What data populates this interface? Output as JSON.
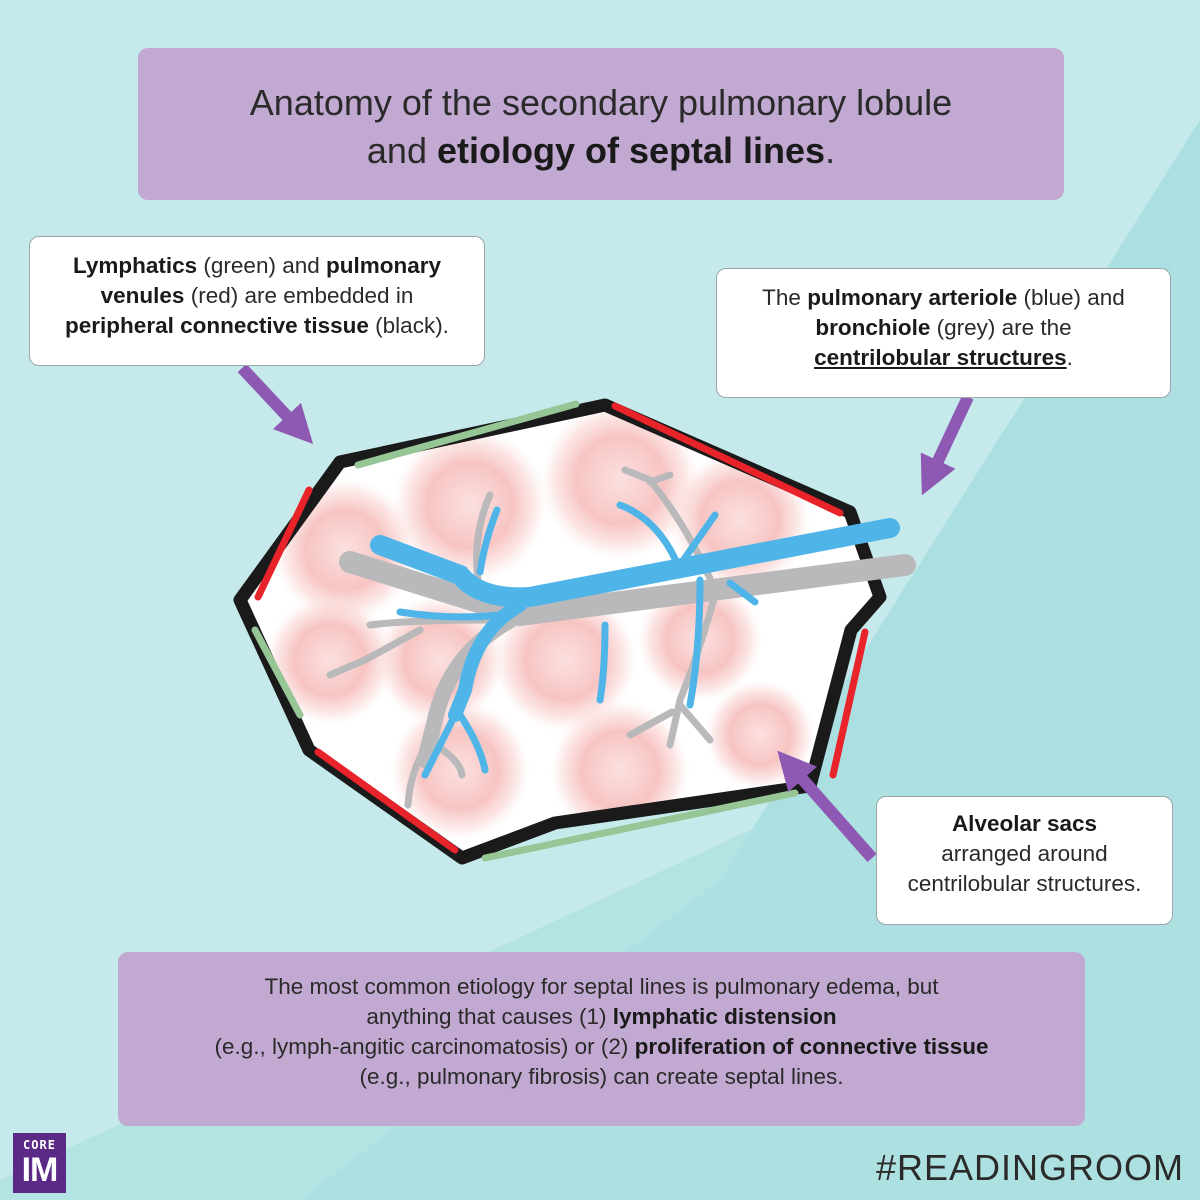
{
  "title": {
    "line1": "Anatomy of the secondary pulmonary lobule",
    "line2_pre": "and ",
    "line2_bold": "etiology of septal lines",
    "line2_post": "."
  },
  "callout_left": {
    "t1": "Lymphatics",
    "t2": " (green) and ",
    "t3": "pulmonary",
    "t4": "venules",
    "t5": " (red) are embedded in",
    "t6": "peripheral connective tissue",
    "t7": " (black)."
  },
  "callout_right": {
    "t1": "The ",
    "t2": "pulmonary arteriole",
    "t3": " (blue) and",
    "t4": "bronchiole",
    "t5": " (grey) are the",
    "t6": "centrilobular structures",
    "t7": "."
  },
  "callout_bottom": {
    "t1": "Alveolar sacs",
    "t2": "arranged around",
    "t3": "centrilobular structures."
  },
  "note": {
    "l1": "The most common etiology for septal lines is pulmonary edema, but",
    "l2a": "anything that causes (1) ",
    "l2b": "lymphatic distension",
    "l3": "(e.g., lymph-angitic carcinomatosis) or (2) ",
    "l3b": "proliferation of connective tissue",
    "l4": "(e.g., pulmonary fibrosis) can create septal lines."
  },
  "logo": {
    "top": "CORE",
    "bottom": "IM"
  },
  "hashtag": "#READINGROOM",
  "colors": {
    "background": "#c6eaec",
    "background_band": "#acdfe1",
    "title_box": "#c1a9d1",
    "arrow": "#8e59b3",
    "connective_tissue": "#1a1a1a",
    "lymphatics": "#96c596",
    "venules": "#e8232a",
    "arteriole": "#4fb5e8",
    "bronchiole": "#b9b9bb",
    "alveolar_sacs": "#f7c6c4",
    "logo": "#5b2a86"
  }
}
